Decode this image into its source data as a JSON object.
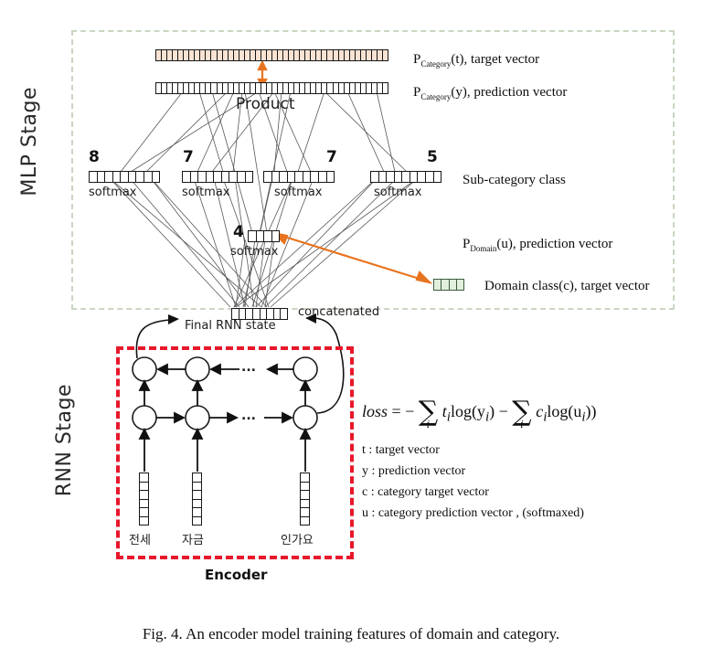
{
  "figure": {
    "caption": "Fig. 4.  An encoder model training features of domain and category."
  },
  "stages": {
    "mlp": {
      "label": "MLP Stage"
    },
    "rnn": {
      "label": "RNN Stage"
    },
    "encoder_label": "Encoder"
  },
  "mlp": {
    "target_vector": {
      "cells": 42,
      "label": "P",
      "sub": "Category",
      "rest": "(t), target vector"
    },
    "prediction_vector": {
      "cells": 42,
      "label": "P",
      "sub": "Category",
      "rest": "(y), prediction vector"
    },
    "product_label": "Product",
    "subcategory_label": "Sub-category class",
    "softmax_label": "softmax",
    "subcategories": [
      {
        "count": "8",
        "cells": 9
      },
      {
        "count": "7",
        "cells": 9
      },
      {
        "count": "7",
        "cells": 9
      },
      {
        "count": "5",
        "cells": 9
      }
    ],
    "domain": {
      "count": "4",
      "cells": 4,
      "softmax_label": "softmax",
      "prediction_label": "P",
      "prediction_sub": "Domain",
      "prediction_rest": "(u), prediction vector",
      "target_cells": 4,
      "target_label": "Domain class(c), target vector"
    }
  },
  "rnn": {
    "final_state_label": "Final RNN state",
    "final_state_cells": 8,
    "concatenated_label": "concatenated",
    "ellipsis": "...",
    "words": [
      "전세",
      "자금",
      "인가요"
    ],
    "input_vector_cells": 6
  },
  "loss": {
    "lhs": "loss",
    "eq": "=",
    "minus1": "−",
    "sum1_index": "i",
    "term1": "t",
    "term1_sub": "i",
    "term1_fn": "log(y",
    "term1_fn_sub": "i",
    "term1_close": ")",
    "minus2": "−",
    "sum2_index": "i",
    "term2": "c",
    "term2_sub": "i",
    "term2_fn": "log(u",
    "term2_fn_sub": "i",
    "term2_close": "))",
    "legend": [
      "t : target vector",
      "y : prediction  vector",
      "c : category target vector",
      "u : category prediction  vector , (softmaxed)"
    ]
  },
  "colors": {
    "accent_orange": "#e8731f",
    "rnn_red": "#e8172a",
    "mlp_border": "#c9d6c2",
    "fill_peach": "#fae3d2",
    "fill_green": "#e2efdc"
  }
}
